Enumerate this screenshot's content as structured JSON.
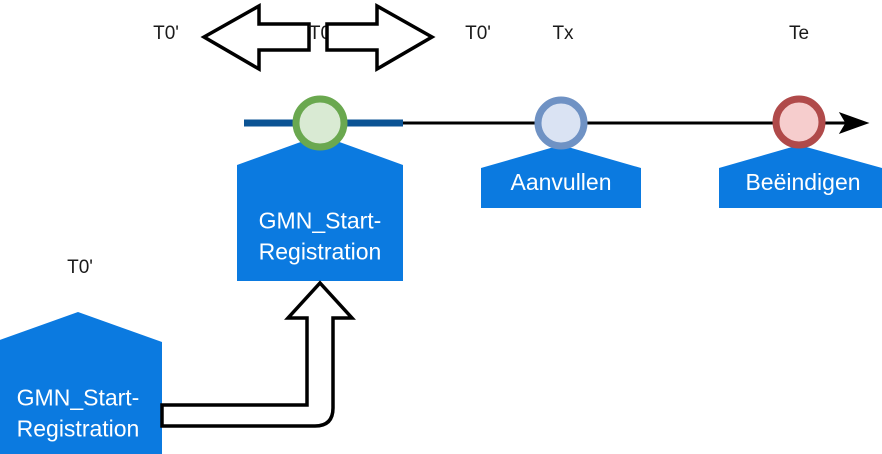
{
  "diagram": {
    "title_labels": {
      "t0_prime_left": "T0'",
      "t0": "T0",
      "t0_prime_right": "T0'",
      "tx": "Tx",
      "te": "Te",
      "t0_prime_bottom": "T0'"
    },
    "timeline": {
      "highlight_color": "#0b5394",
      "line_color": "#000000",
      "events": [
        {
          "name": "start-event",
          "label": "T0",
          "fill": "#d9ead3",
          "stroke": "#6aa84f",
          "callout": "GMN_Start-Registration"
        },
        {
          "name": "intermediate-event",
          "label": "Tx",
          "fill": "#dae3f3",
          "stroke": "#6f92c4",
          "callout": "Aanvullen"
        },
        {
          "name": "end-event",
          "label": "Te",
          "fill": "#f6cdcd",
          "stroke": "#b04a4a",
          "callout": "Beëindigen"
        }
      ]
    },
    "callouts": {
      "start_registration": "GMN_Start-Registration",
      "aanvullen": "Aanvullen",
      "beeindigen": "Beëindigen",
      "start_registration_alt": "GMN_Start-Registration"
    },
    "colors": {
      "callout_fill": "#0b7ae0",
      "callout_text": "#ffffff",
      "timeline_highlight": "#0b5394",
      "outline": "#000000"
    },
    "arrows": {
      "left_block_arrow": "left-block-arrow",
      "right_block_arrow": "right-block-arrow",
      "connector_block_arrow": "connector-block-arrow",
      "timeline_arrowhead": "timeline-arrowhead"
    }
  }
}
